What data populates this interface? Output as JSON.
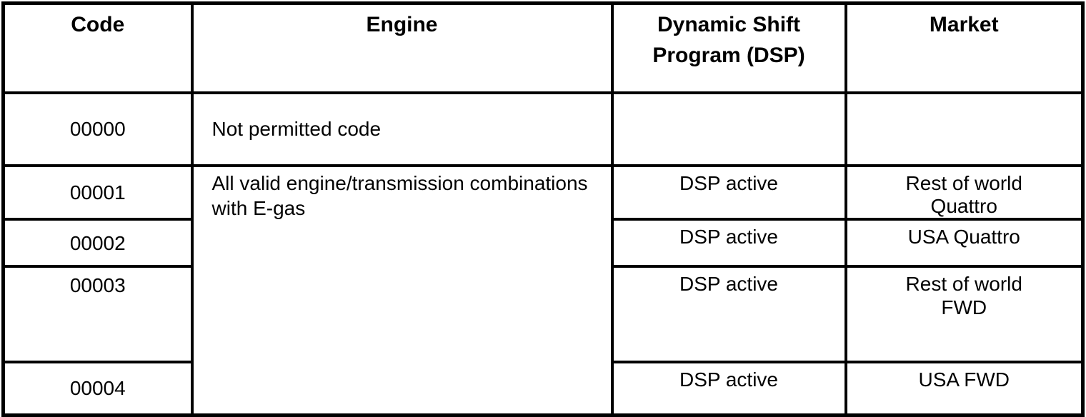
{
  "page": {
    "background_color": "#ffffff",
    "text_color": "#000000",
    "border_color": "#000000"
  },
  "table": {
    "columns": [
      {
        "id": "code",
        "label": "Code"
      },
      {
        "id": "engine",
        "label": "Engine"
      },
      {
        "id": "dsp",
        "label": "Dynamic Shift\nProgram (DSP)"
      },
      {
        "id": "market",
        "label": "Market"
      }
    ],
    "rows": [
      {
        "code": "00000",
        "engine": "Not permitted code",
        "dsp": "",
        "market": ""
      },
      {
        "code": "00001",
        "engine": "All valid engine/transmission combinations\nwith E-gas",
        "engine_rowspan": 4,
        "dsp": "DSP active",
        "market": "Rest of world\nQuattro"
      },
      {
        "code": "00002",
        "dsp": "DSP active",
        "market": "USA Quattro"
      },
      {
        "code": "00003",
        "dsp": "DSP active",
        "market": "Rest of world\nFWD"
      },
      {
        "code": "00004",
        "dsp": "DSP active",
        "market": "USA FWD"
      }
    ]
  }
}
